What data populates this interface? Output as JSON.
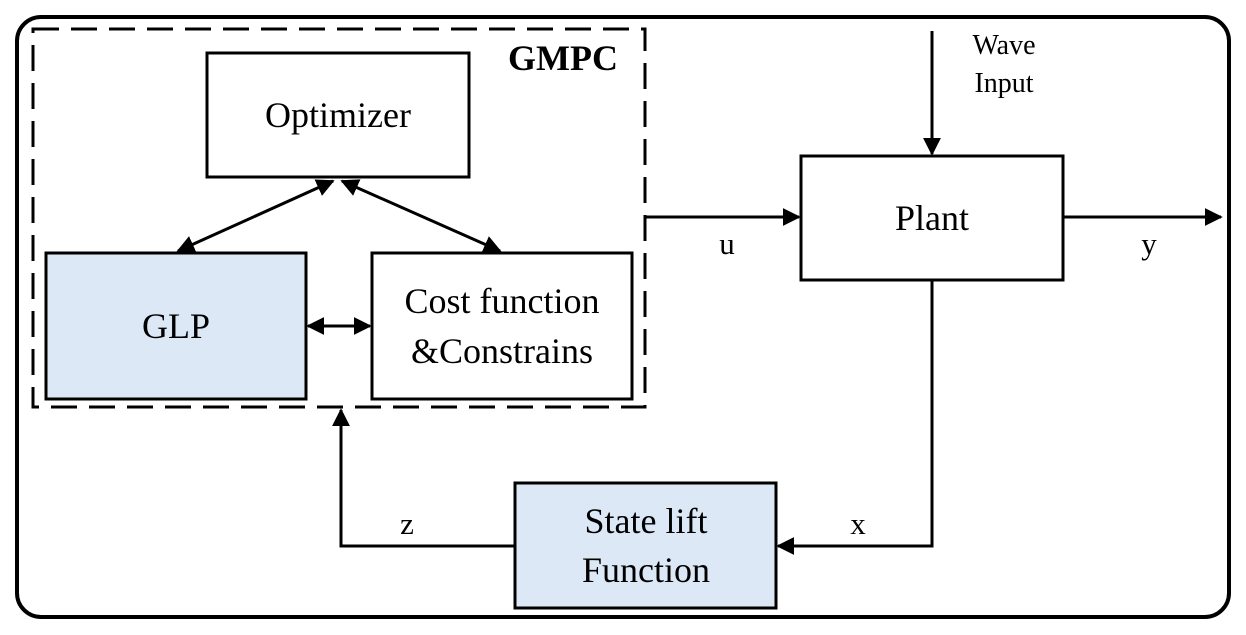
{
  "group": {
    "label": "GMPC"
  },
  "blocks": {
    "optimizer": "Optimizer",
    "glp": "GLP",
    "cost": {
      "line1": "Cost function",
      "line2": "&Constrains"
    },
    "plant": "Plant",
    "state_lift": {
      "line1": "State lift",
      "line2": "Function"
    }
  },
  "signals": {
    "wave_input": {
      "line1": "Wave",
      "line2": "Input"
    },
    "u": "u",
    "y": "y",
    "x": "x",
    "z": "z"
  },
  "colors": {
    "line": "#000000",
    "highlight_fill": "#dce8f5",
    "plain_fill": "#ffffff"
  }
}
